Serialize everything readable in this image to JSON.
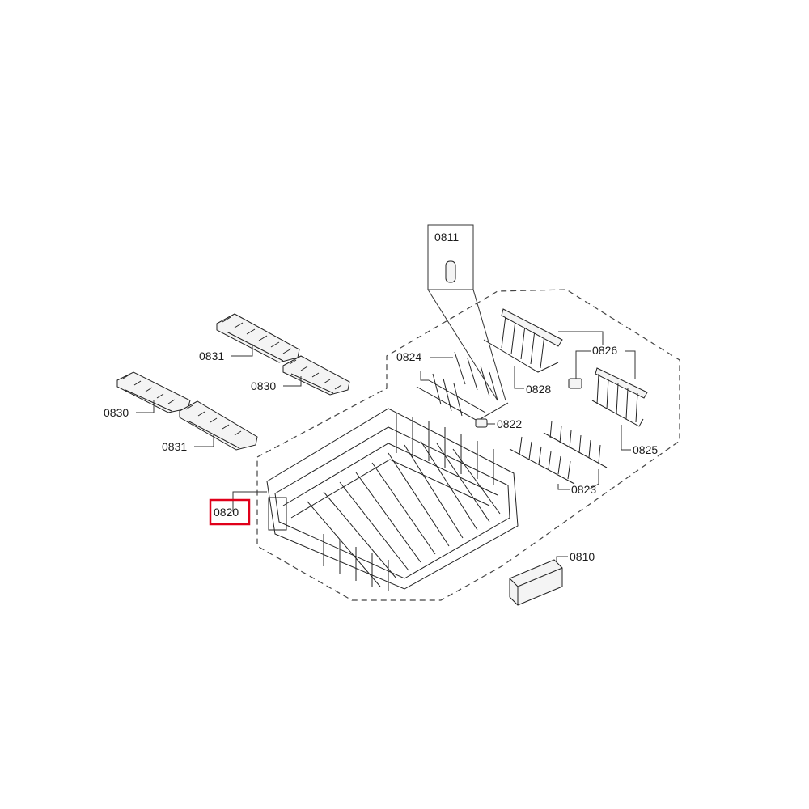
{
  "labels": {
    "p0811": "0811",
    "p0824": "0824",
    "p0826": "0826",
    "p0828": "0828",
    "p0822": "0822",
    "p0825": "0825",
    "p0823": "0823",
    "p0810": "0810",
    "p0820": "0820",
    "p0831a": "0831",
    "p0830a": "0830",
    "p0830b": "0830",
    "p0831b": "0831"
  },
  "highlight": {
    "part": "0820",
    "color": "#e0001a"
  }
}
